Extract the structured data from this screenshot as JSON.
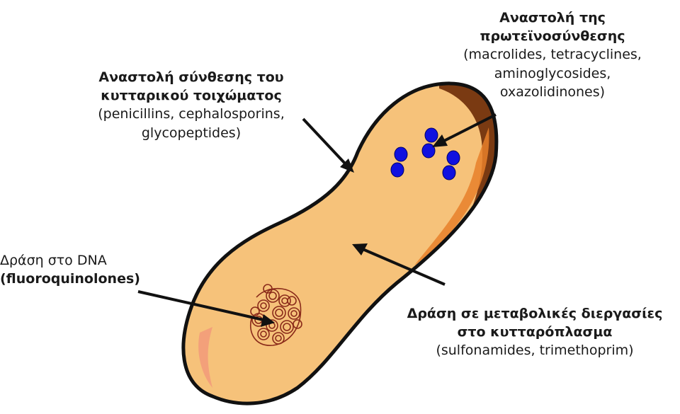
{
  "labels": {
    "cell_wall": {
      "title": "Αναστολή σύνθεσης του κυτταρικού τοιχώματος",
      "examples": "(penicillins, cephalosporins, glycopeptides)"
    },
    "protein_synthesis": {
      "title": "Αναστολή της πρωτεϊνοσύνθεσης",
      "examples_line1": "(macrolides, tetracyclines,",
      "examples_line2": "aminoglycosides,",
      "examples_line3": "oxazolidinones)"
    },
    "dna": {
      "title": "Δράση στο DNA",
      "examples": "(fluoroquinolones)"
    },
    "metabolism": {
      "title_line1": "Δράση σε μεταβολικές διεργασίες",
      "title_line2": "στο κυτταρόπλασμα",
      "examples": "(sulfonamides, trimethoprim)"
    }
  },
  "colors": {
    "cytoplasm": "#f6c27a",
    "cell_outline": "#111111",
    "shadow_dark": "#7a3a12",
    "shadow_orange": "#e8802a",
    "highlight": "#f3a07a",
    "ribosome": "#1010e0",
    "dna": "#8a2a1a",
    "arrow": "#111111"
  }
}
